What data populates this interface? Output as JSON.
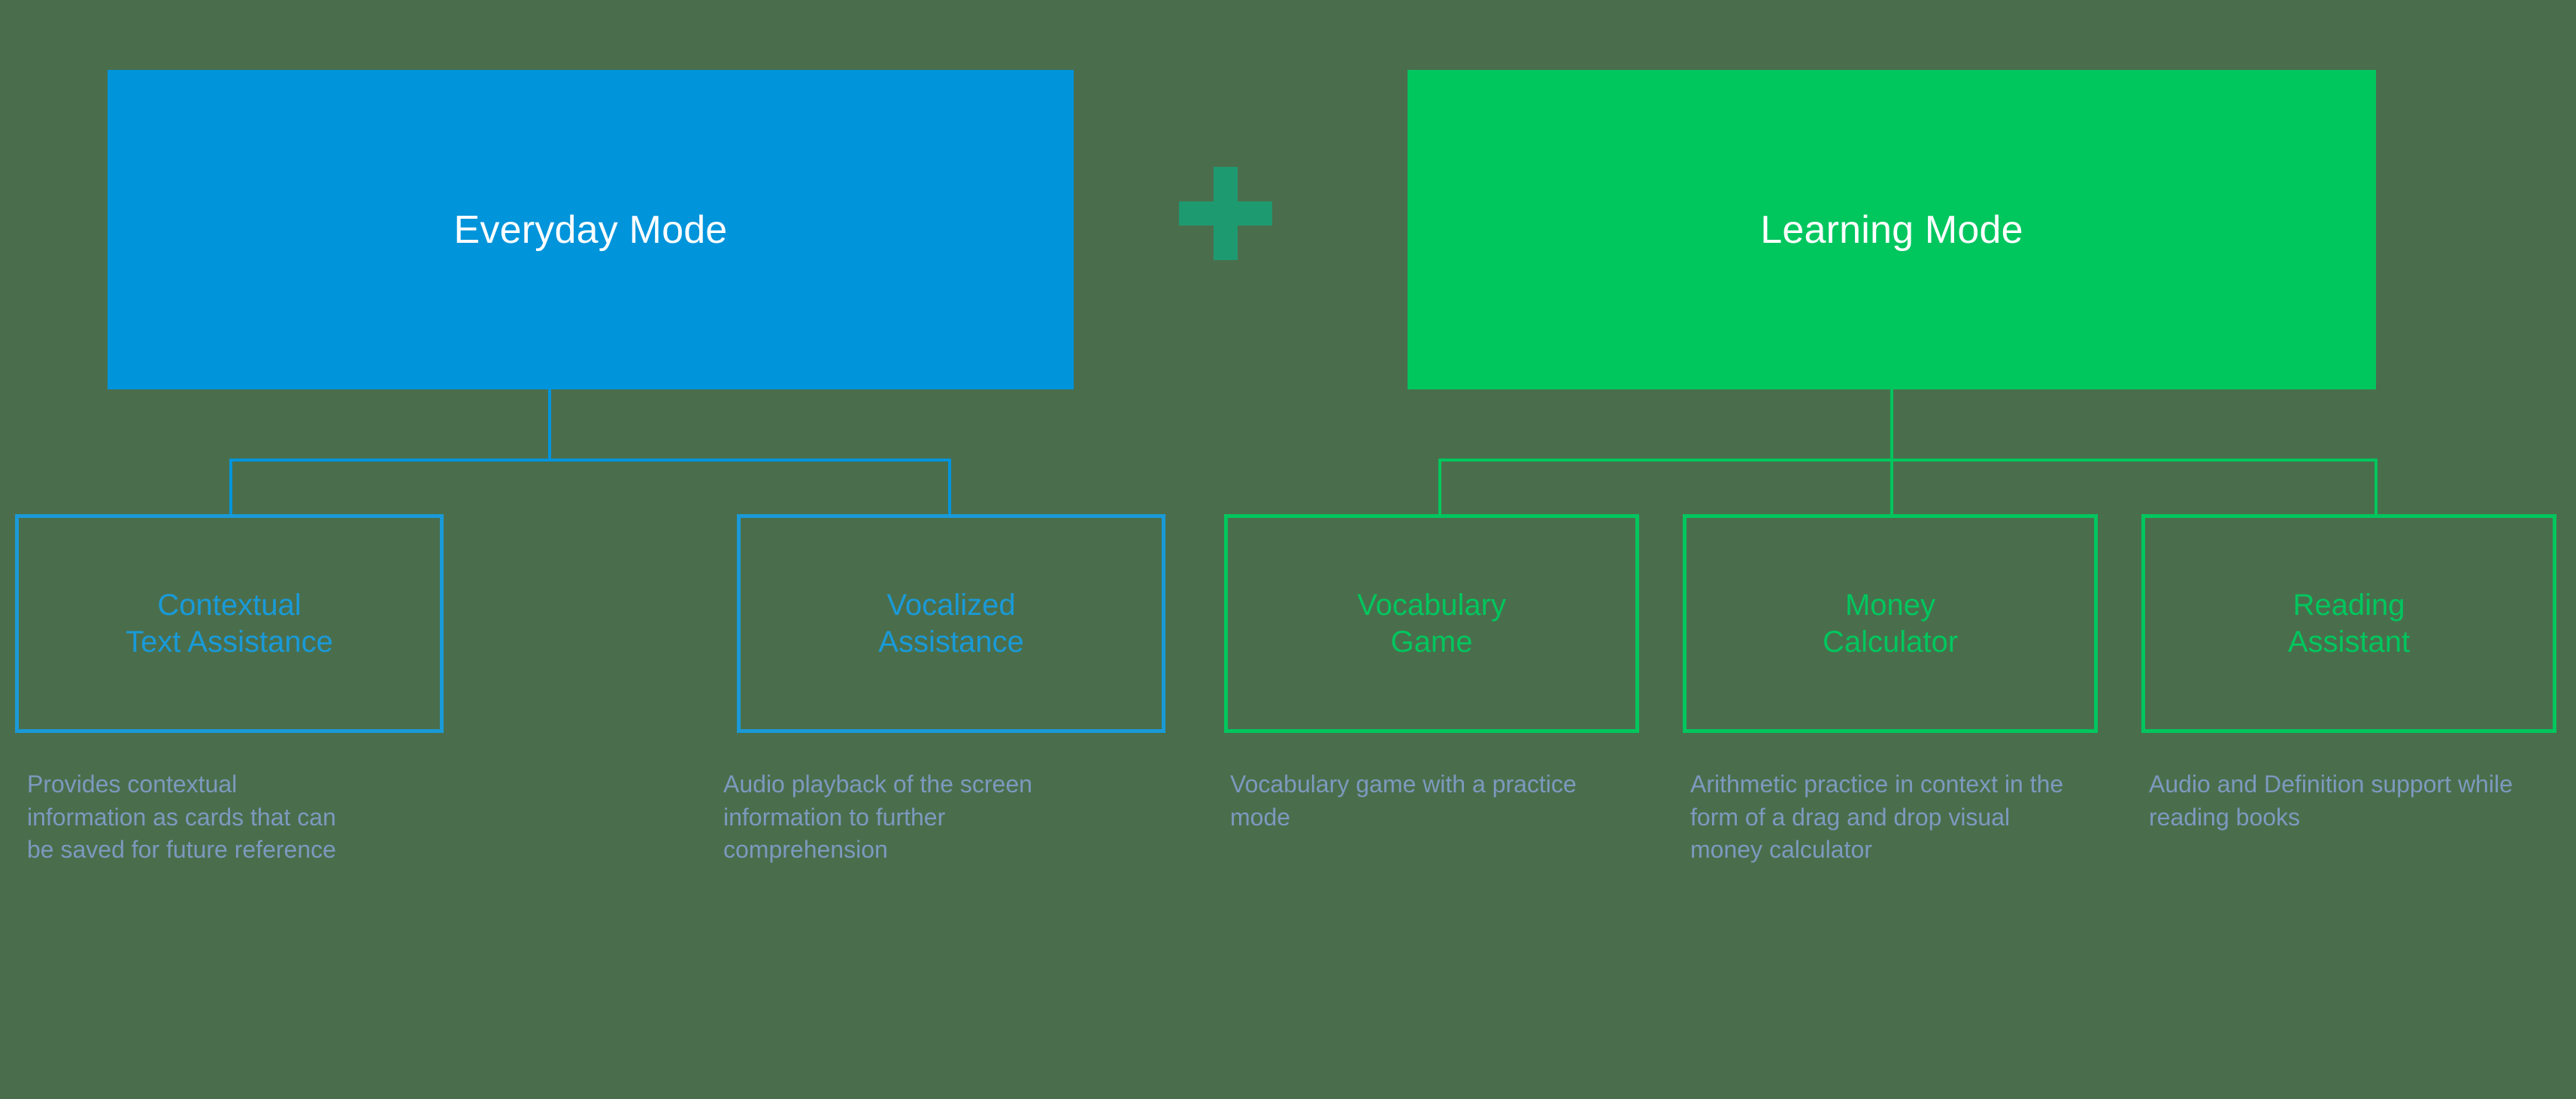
{
  "background_color": "#4a6e4c",
  "colors": {
    "everyday_accent": "#0094db",
    "learning_accent": "#00c65e",
    "leaf_blue_border": "#1a9ad8",
    "leaf_green_border": "#00c65e",
    "description_text": "#7c99be",
    "plus_sign": "#1e9a70",
    "mode_title_text": "#ffffff"
  },
  "operator": {
    "symbol": "+",
    "icon_name": "plus-icon"
  },
  "branches": [
    {
      "id": "everyday",
      "title": "Everyday Mode",
      "accent": "#0094db",
      "children": [
        {
          "title": "Contextual\nText Assistance",
          "title_line1": "Contextual",
          "title_line2": "Text Assistance",
          "description": "Provides contextual information as cards that can be saved for future reference"
        },
        {
          "title": "Vocalized\nAssistance",
          "title_line1": "Vocalized",
          "title_line2": "Assistance",
          "description": "Audio playback of the screen information to further comprehension"
        }
      ]
    },
    {
      "id": "learning",
      "title": "Learning Mode",
      "accent": "#00c65e",
      "children": [
        {
          "title": "Vocabulary\nGame",
          "title_line1": "Vocabulary",
          "title_line2": "Game",
          "description": "Vocabulary game with a practice mode"
        },
        {
          "title": "Money\nCalculator",
          "title_line1": "Money",
          "title_line2": "Calculator",
          "description": "Arithmetic practice in context in the form of a drag and drop visual money calculator"
        },
        {
          "title": "Reading\nAssistant",
          "title_line1": "Reading",
          "title_line2": "Assistant",
          "description": "Audio and Definition support while reading books"
        }
      ]
    }
  ]
}
